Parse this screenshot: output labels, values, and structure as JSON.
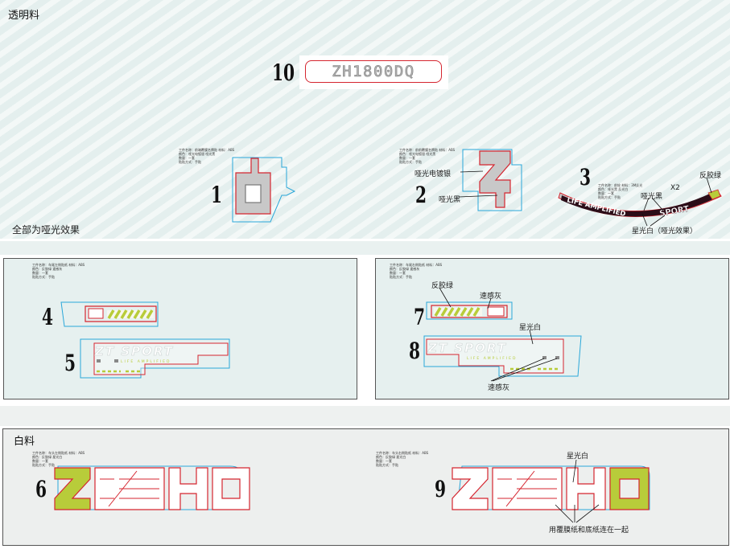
{
  "sections": {
    "top_title": "透明料",
    "top_note": "全部为哑光效果",
    "bottom_title": "白料"
  },
  "badge_10": {
    "number": "10",
    "text": "ZH1800DQ"
  },
  "item_numbers": [
    "1",
    "2",
    "3",
    "4",
    "5",
    "6",
    "7",
    "8",
    "9"
  ],
  "callouts": {
    "matte_plating_silver": "哑光电镀银",
    "matte_black_2": "哑光黑",
    "matte_black_3": "哑光黑",
    "x2": "X2",
    "reflective_green_3": "反胶绿",
    "star_white_matte": "星光白（哑光效果）",
    "reflective_green_7": "反胶绿",
    "speed_gray_top": "速感灰",
    "star_white_8": "星光白",
    "speed_gray_bottom": "速感灰",
    "star_white_9": "星光白",
    "laminate_note": "用覆膜纸和底纸连在一起"
  },
  "decal_text": {
    "arc_left": "LIFE AMPLIFIED",
    "arc_right": "SPORT",
    "sport_5": "ZT SPORT",
    "sport_8": "ZT SPORT",
    "tagline": "LIFE AMPLIFIED",
    "zeho": "ZEHO"
  },
  "tech_notes": {
    "n1": "工件名称：前端覆膜名牌贴 材料：ABS\n颜色：哑光电镀银 哑光黑\n数量：一套\n贴贴方式：手贴",
    "n2": "工件名称：前前覆膜名牌贴 材料：ABS\n颜色：哑光电镀银 哑光黑\n数量：一套\n贴贴方式：手贴",
    "n3": "工件名称：前轮 材料：3M反光\n颜色：哑光黑 反光白\n数量：一套\n贴贴方式：手贴",
    "n4": "工件名称：车尾左侧贴纸 材料：ABS\n颜色：反胶绿 速感灰\n数量：一套\n贴贴方式：手贴",
    "n7": "工件名称：车尾右侧贴纸 材料：ABS\n颜色：反胶绿 速感灰\n数量：一套\n贴贴方式：手贴",
    "n6": "工件名称：车头左侧贴纸 材料：ABS\n颜色：反胶绿 星光白\n数量：一套\n贴贴方式：手贴",
    "n9": "工件名称：车头右侧贴纸 材料：ABS\n颜色：反胶绿 星光白\n数量：一套\n贴贴方式：手贴"
  },
  "colors": {
    "cut_line": "#d5252f",
    "outline_blue": "#2aa7d9",
    "fill_gray": "#c8c8c8",
    "lime": "#b8cc3a",
    "dark_band": "#2b0d18",
    "white_text": "#ffffff"
  }
}
